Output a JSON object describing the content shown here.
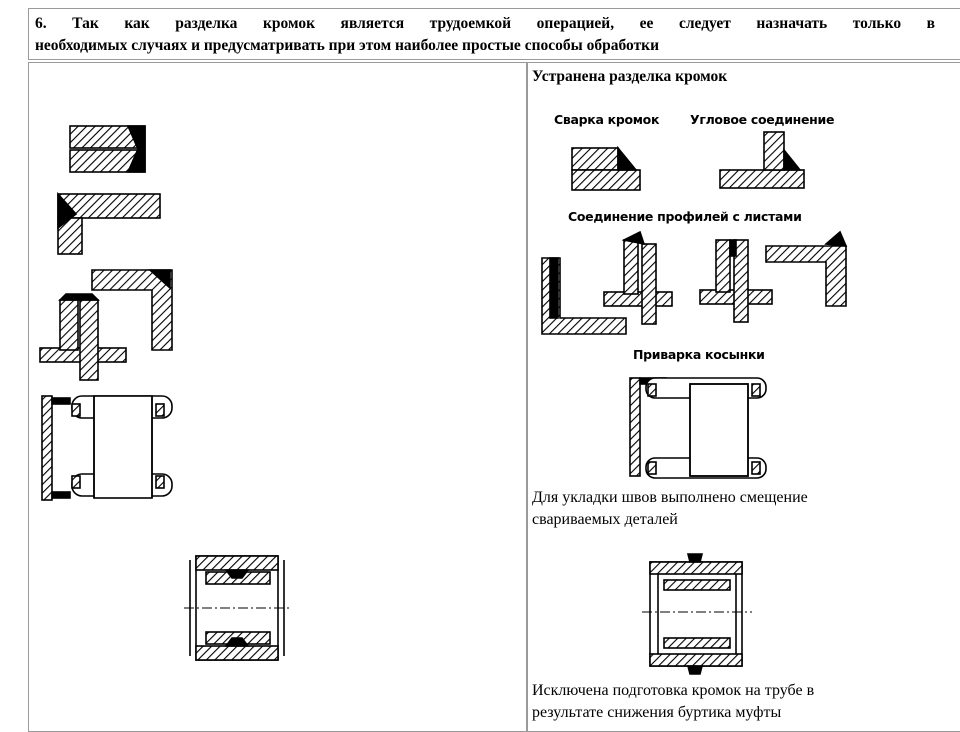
{
  "header": {
    "line1": "6. Так как разделка кромок является трудоемкой операцией, ее следует назначать только в",
    "line2": "необходимых случаях и предусматривать при этом наиболее простые способы обработки"
  },
  "right": {
    "title": "Устранена разделка кромок",
    "labels": {
      "edge_welding": "Сварка кромок",
      "corner_joint": "Угловое соединение",
      "profiles_to_sheets": "Соединение профилей с листами",
      "gusset_welding": "Приварка косынки"
    },
    "note1_line1": "Для укладки швов выполнено смещение",
    "note1_line2": "свариваемых деталей",
    "note2_line1": "Исключена подготовка кромок на трубе в",
    "note2_line2": "результате  снижения буртика муфты"
  },
  "colors": {
    "grid": "#9a9a9a",
    "ink": "#000000"
  }
}
